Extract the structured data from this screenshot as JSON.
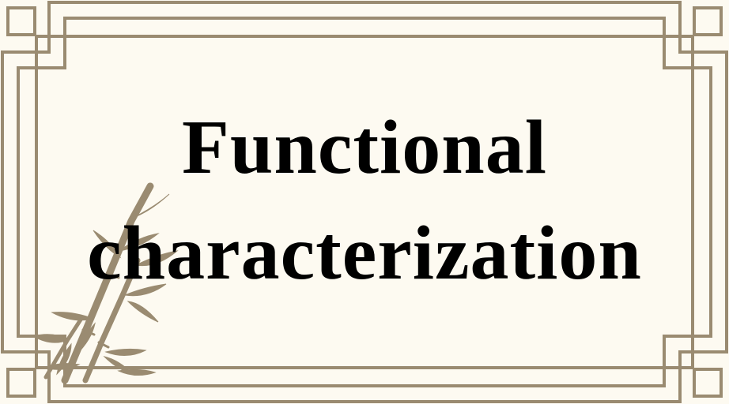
{
  "title": {
    "line1": "Functional",
    "line2": "characterization"
  },
  "colors": {
    "background": "#fdfaf1",
    "frame": "#9a8b71",
    "bamboo": "#9a8b71",
    "text": "#000000"
  },
  "decoration": {
    "frame_style": "chinese-lattice-border",
    "illustration": "bamboo-icon"
  }
}
